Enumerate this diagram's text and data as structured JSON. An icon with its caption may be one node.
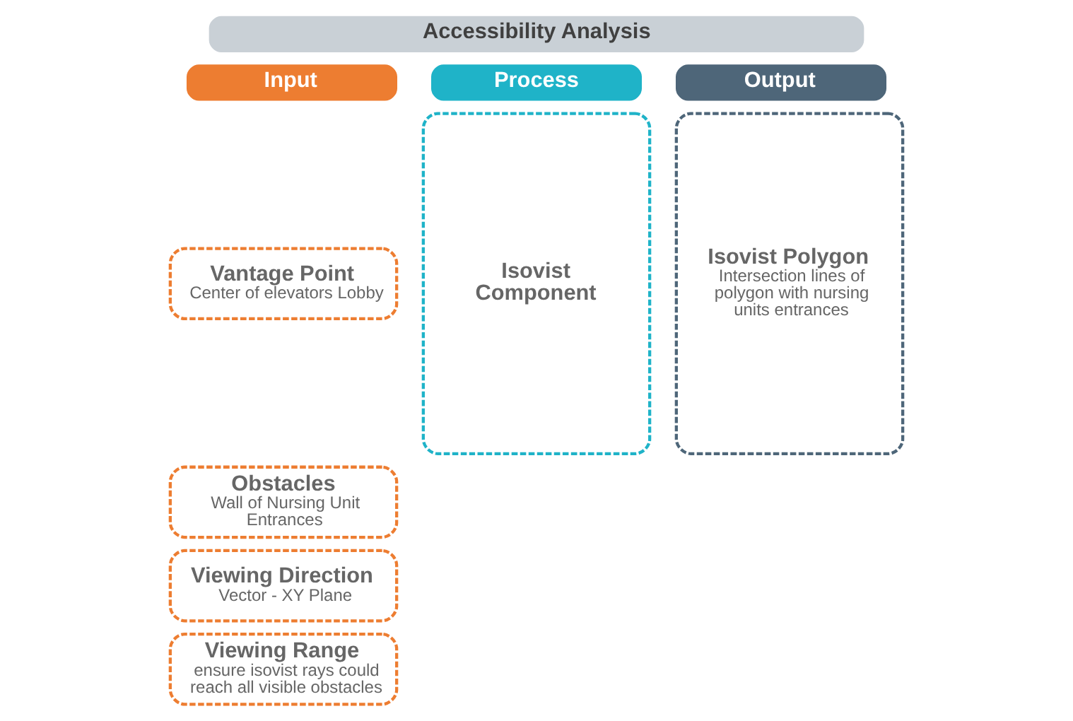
{
  "diagram": {
    "nodes": [
      {
        "text": [
          "Accessibility Analysis"
        ]
      },
      {
        "text": [
          "Input"
        ]
      },
      {
        "text": [
          "Process"
        ]
      },
      {
        "text": [
          "Output"
        ]
      },
      {
        "text": [
          "Vantage Point",
          "Center of elevators Lobby"
        ]
      },
      {
        "text": [
          "Obstacles",
          "Wall of Nursing Unit Entrances"
        ]
      },
      {
        "text": [
          "Viewing Direction",
          "Vector - XY Plane"
        ]
      },
      {
        "text": [
          "Viewing Range",
          "ensure isovist rays could reach all visible obstacles"
        ]
      },
      {
        "text": [
          "Isovist Component"
        ]
      },
      {
        "text": [
          "Isovist Polygon",
          "Intersection lines of polygon with nursing units entrances"
        ]
      }
    ]
  }
}
